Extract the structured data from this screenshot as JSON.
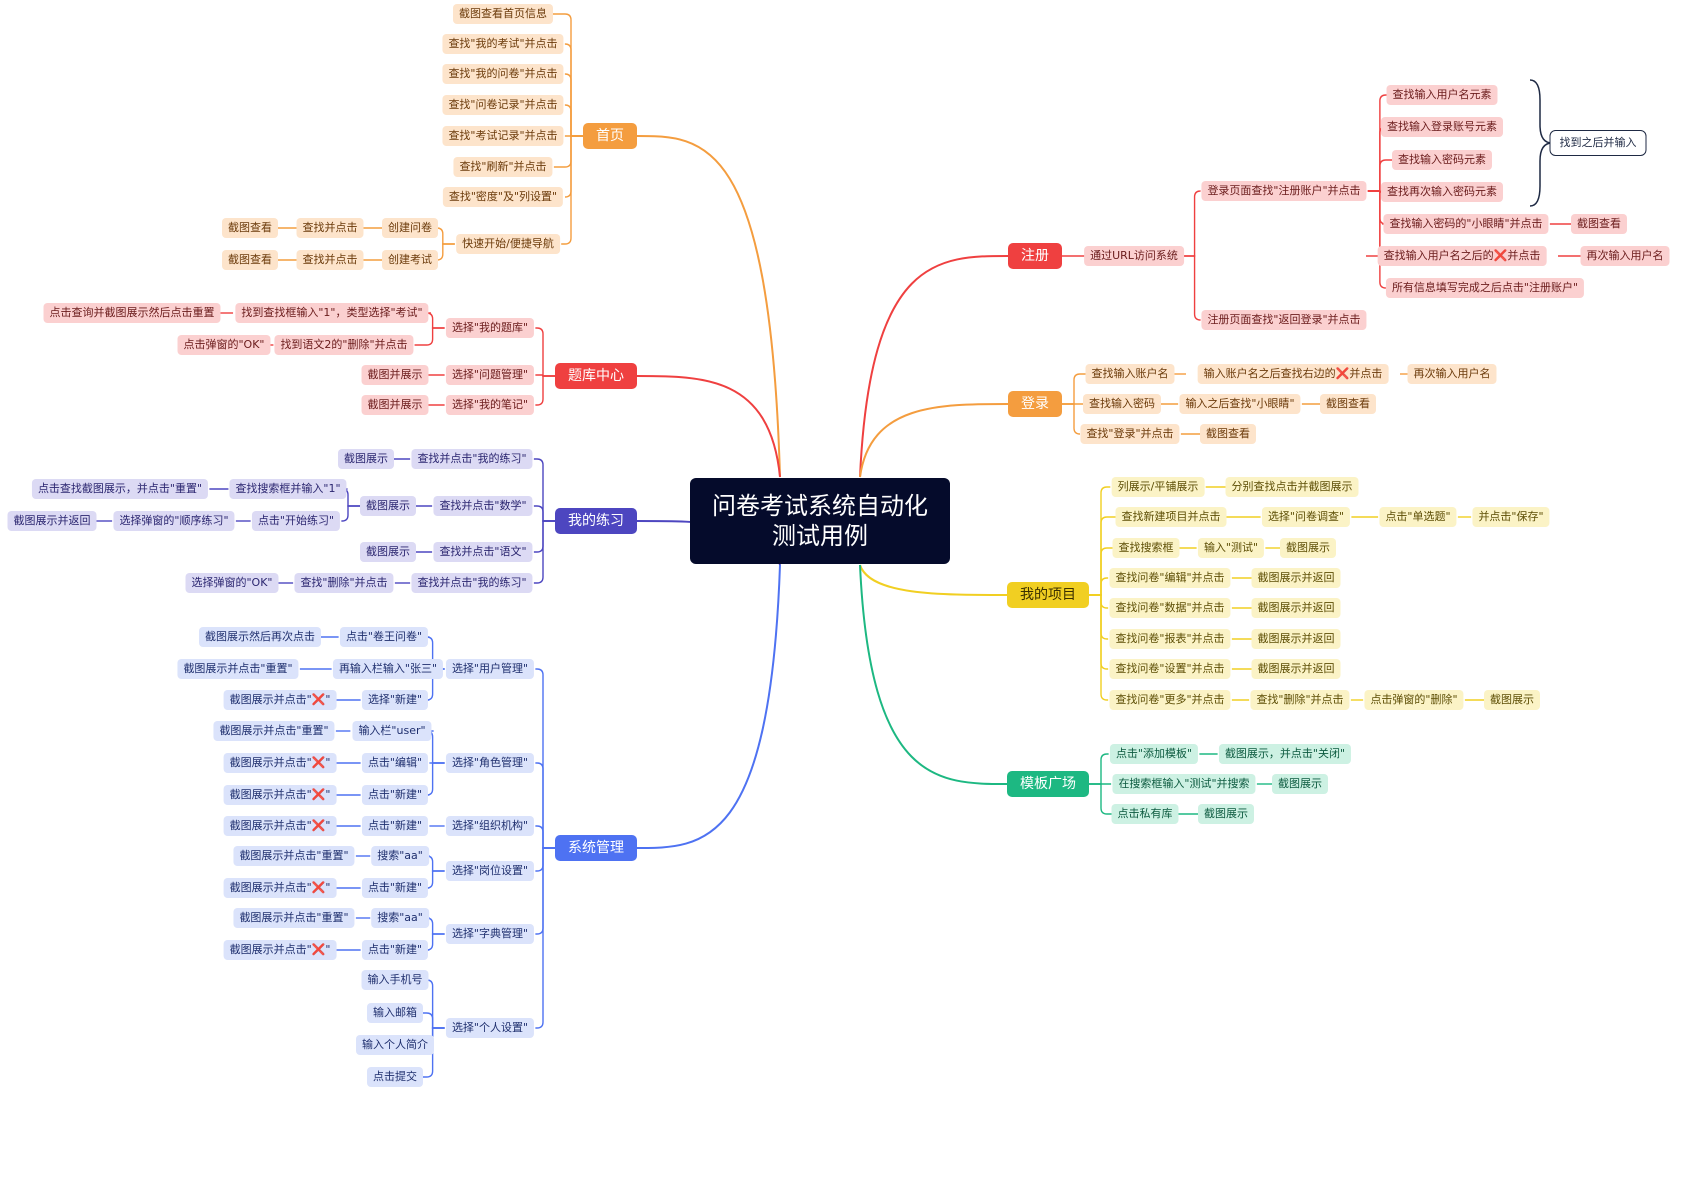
{
  "root": {
    "title": "问卷考试系统自动化测试用例"
  },
  "branches": {
    "shouye": {
      "label": "首页",
      "items": [
        "截图查看首页信息",
        "查找\"我的考试\"并点击",
        "查找\"我的问卷\"并点击",
        "查找\"问卷记录\"并点击",
        "查找\"考试记录\"并点击",
        "查找\"刷新\"并点击",
        "查找\"密度\"及\"列设置\"",
        "快速开始/便捷导航",
        "创建问卷",
        "查找并点击",
        "截图查看",
        "创建考试",
        "查找并点击",
        "截图查看"
      ]
    },
    "tiku": {
      "label": "题库中心",
      "items": [
        "选择\"我的题库\"",
        "找到查找框输入\"1\"，类型选择\"考试\"",
        "点击查询并截图展示然后点击重置",
        "找到语文2的\"删除\"并点击",
        "点击弹窗的\"OK\"",
        "选择\"问题管理\"",
        "截图并展示",
        "选择\"我的笔记\"",
        "截图并展示"
      ]
    },
    "lianxi": {
      "label": "我的练习",
      "items": [
        "查找并点击\"我的练习\"",
        "截图展示",
        "查找并点击\"数学\"",
        "截图展示",
        "查找搜索框并输入\"1\"",
        "点击查找截图展示，并点击\"重置\"",
        "点击\"开始练习\"",
        "选择弹窗的\"顺序练习\"",
        "截图展示并返回",
        "查找并点击\"语文\"",
        "截图展示",
        "查找并点击\"我的练习\"",
        "查找\"删除\"并点击",
        "选择弹窗的\"OK\""
      ]
    },
    "xitong": {
      "label": "系统管理",
      "items": [
        "选择\"用户管理\"",
        "点击\"卷王问卷\"",
        "截图展示然后再次点击",
        "再输入栏输入\"张三\"",
        "截图展示并点击\"重置\"",
        "选择\"新建\"",
        "截图展示并点击\"",
        "选择\"角色管理\"",
        "输入栏\"user\"",
        "截图展示并点击\"重置\"",
        "点击\"编辑\"",
        "截图展示并点击\"",
        "点击\"新建\"",
        "截图展示并点击\"",
        "选择\"组织机构\"",
        "点击\"新建\"",
        "截图展示并点击\"",
        "选择\"岗位设置\"",
        "搜索\"aa\"",
        "截图展示并点击\"重置\"",
        "点击\"新建\"",
        "截图展示并点击\"",
        "选择\"字典管理\"",
        "搜索\"aa\"",
        "截图展示并点击\"重置\"",
        "点击\"新建\"",
        "截图展示并点击\"",
        "选择\"个人设置\"",
        "输入手机号",
        "输入邮箱",
        "输入个人简介",
        "点击提交"
      ],
      "x_mark": "❌"
    },
    "zhuce": {
      "label": "注册",
      "items": [
        "通过URL访问系统",
        "登录页面查找\"注册账户\"并点击",
        "查找输入用户名元素",
        "查找输入登录账号元素",
        "查找输入密码元素",
        "查找再次输入密码元素",
        "找到之后并输入",
        "查找输入密码的\"小眼睛\"并点击",
        "截图查看",
        "查找输入用户名之后的",
        "并点击",
        "再次输入用户名",
        "所有信息填写完成之后点击\"注册账户\"",
        "注册页面查找\"返回登录\"并点击"
      ]
    },
    "denglu": {
      "label": "登录",
      "items": [
        "查找输入账户名",
        "输入账户名之后查找右边的",
        "并点击",
        "再次输入用户名",
        "查找输入密码",
        "输入之后查找\"小眼睛\"",
        "截图查看",
        "查找\"登录\"并点击",
        "截图查看"
      ]
    },
    "xiangmu": {
      "label": "我的项目",
      "items": [
        "列展示/平铺展示",
        "分别查找点击并截图展示",
        "查找新建项目并点击",
        "选择\"问卷调查\"",
        "点击\"单选题\"",
        "并点击\"保存\"",
        "查找搜索框",
        "输入\"测试\"",
        "截图展示",
        "查找问卷\"编辑\"并点击",
        "截图展示并返回",
        "查找问卷\"数据\"并点击",
        "截图展示并返回",
        "查找问卷\"报表\"并点击",
        "截图展示并返回",
        "查找问卷\"设置\"并点击",
        "截图展示并返回",
        "查找问卷\"更多\"并点击",
        "查找\"删除\"并点击",
        "点击弹窗的\"删除\"",
        "截图展示"
      ]
    },
    "moban": {
      "label": "模板广场",
      "items": [
        "点击\"添加模板\"",
        "截图展示，并点击\"关闭\"",
        "在搜索框输入\"测试\"并搜索",
        "截图展示",
        "点击私有库",
        "截图展示"
      ]
    }
  },
  "colors": {
    "shouye": "#f49d3f",
    "tiku": "#ef4040",
    "lianxi": "#4d46c0",
    "xitong": "#4e72f2",
    "zhuce": "#ef4040",
    "denglu": "#f49d3f",
    "xiangmu": "#f1cf22",
    "moban": "#1db882",
    "x_mark": "#e11d48",
    "root_bg": "#050b2b"
  }
}
